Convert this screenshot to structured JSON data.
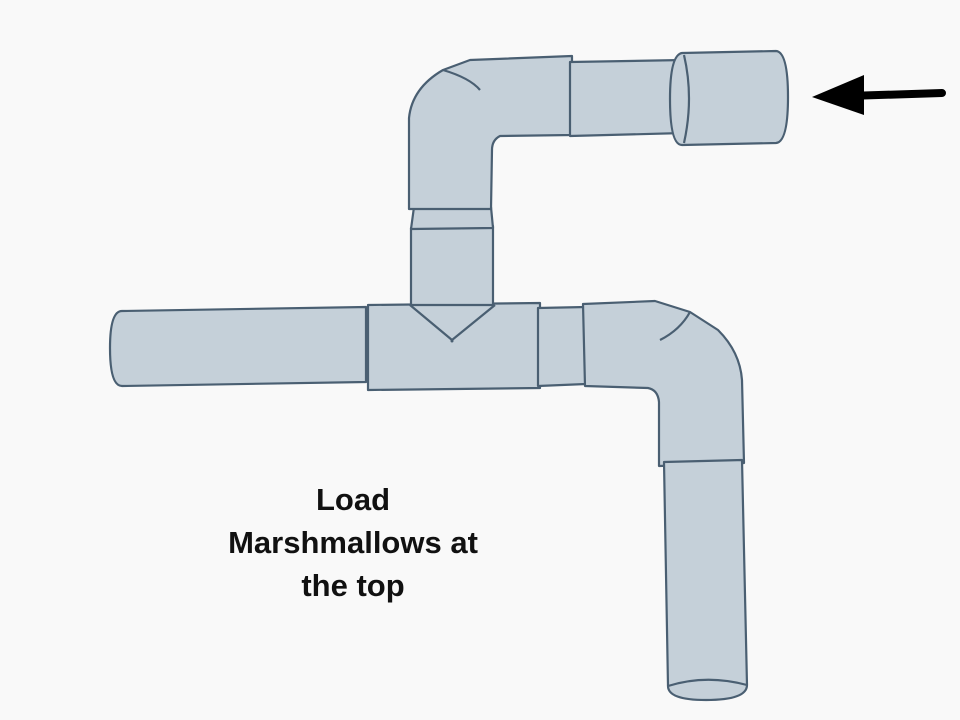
{
  "caption": {
    "lines": [
      "Load",
      "Marshmallows at",
      "the top"
    ]
  },
  "colors": {
    "background": "#f9f9f9",
    "pipe_fill": "#c5d0d9",
    "pipe_stroke": "#4a5f72",
    "arrow": "#000000",
    "text": "#111111"
  },
  "icons": {
    "load_indicator": "arrow-left-icon"
  }
}
